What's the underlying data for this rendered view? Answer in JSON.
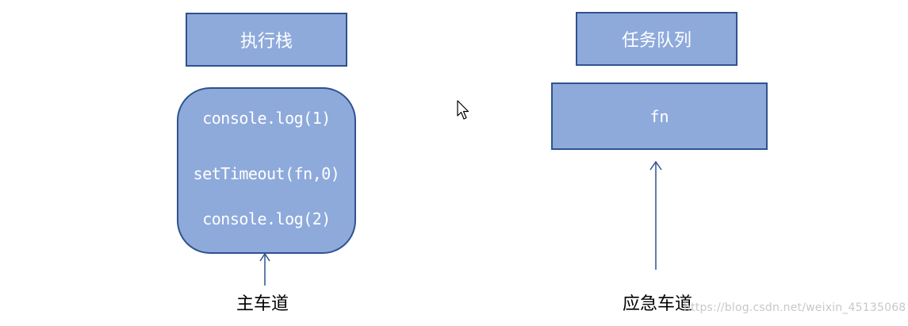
{
  "execution_stack": {
    "title": "执行栈",
    "lines": [
      "console.log(1)",
      "setTimeout(fn,0)",
      "console.log(2)"
    ]
  },
  "task_queue": {
    "title": "任务队列",
    "items": [
      "fn"
    ]
  },
  "lanes": {
    "main": "主车道",
    "emergency": "应急车道"
  },
  "watermark": "https://blog.csdn.net/weixin_45135068",
  "colors": {
    "box_fill": "#8eaadb",
    "box_border": "#2f528f",
    "arrow": "#2f528f",
    "text_on_box": "#ffffff"
  },
  "icons": {
    "cursor": "mouse-pointer-icon",
    "arrow": "arrow-up-icon"
  }
}
